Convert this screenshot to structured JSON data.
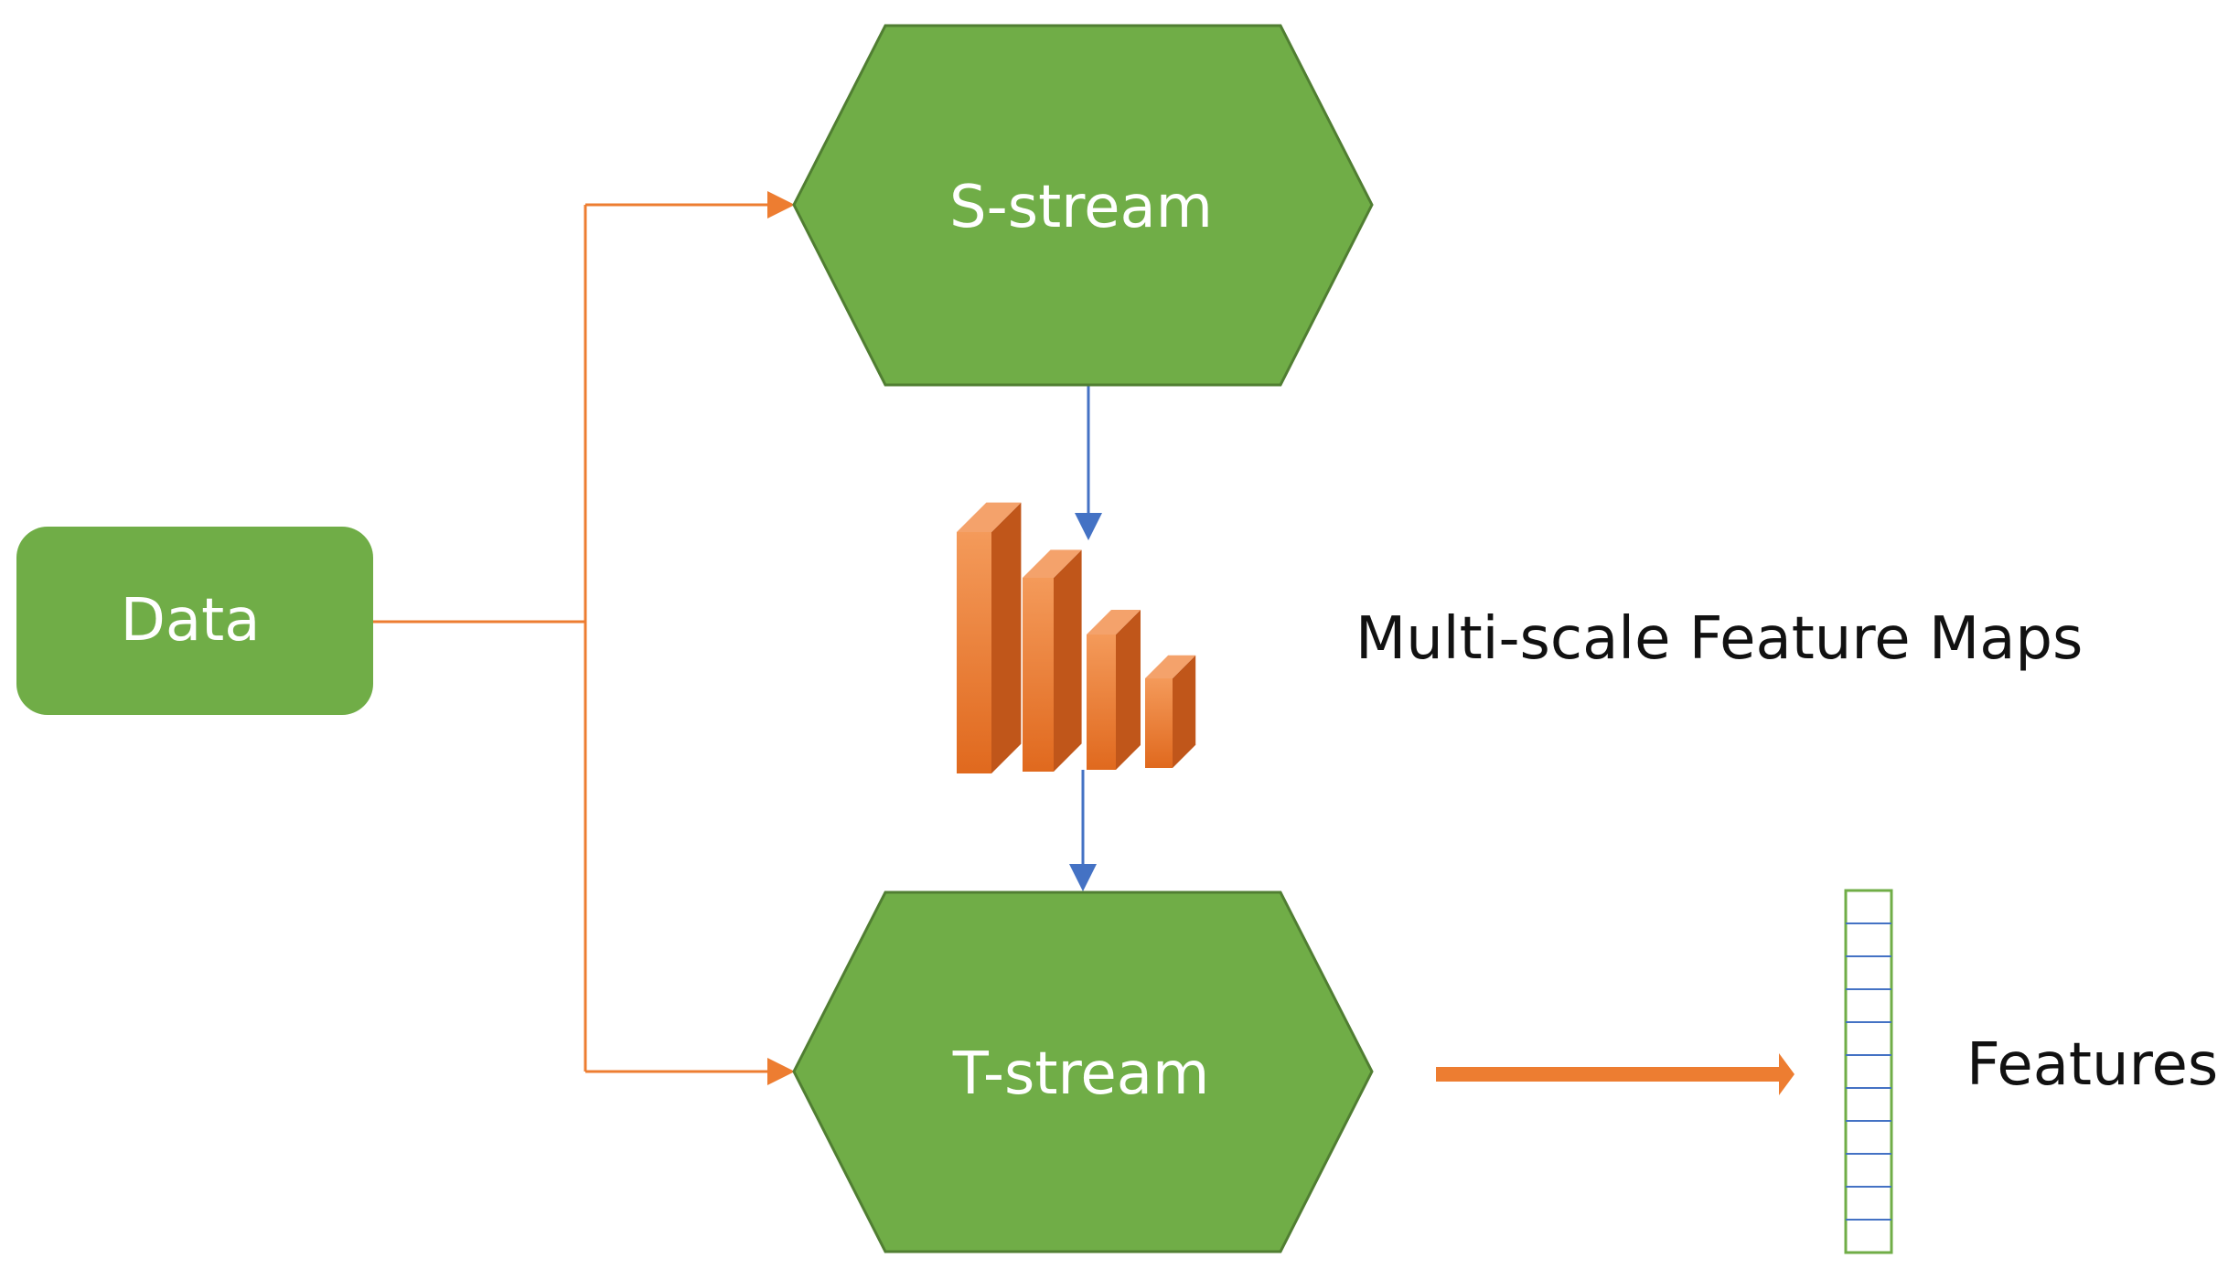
{
  "nodes": {
    "data": {
      "label": "Data"
    },
    "s_stream": {
      "label": "S-stream"
    },
    "t_stream": {
      "label": "T-stream"
    }
  },
  "labels": {
    "feature_maps": "Multi-scale Feature Maps",
    "features": "Features"
  },
  "colors": {
    "node_fill": "#70AD47",
    "node_stroke": "#507E32",
    "flow_orange": "#ED7D31",
    "flow_blue": "#4472C4",
    "bar_front": "#ED7D31",
    "bar_top": "#F4A26B",
    "bar_side": "#C0561A",
    "vector_stroke": "#70AD47",
    "vector_lines": "#4472C4"
  },
  "feature_vector": {
    "cells": 11
  }
}
